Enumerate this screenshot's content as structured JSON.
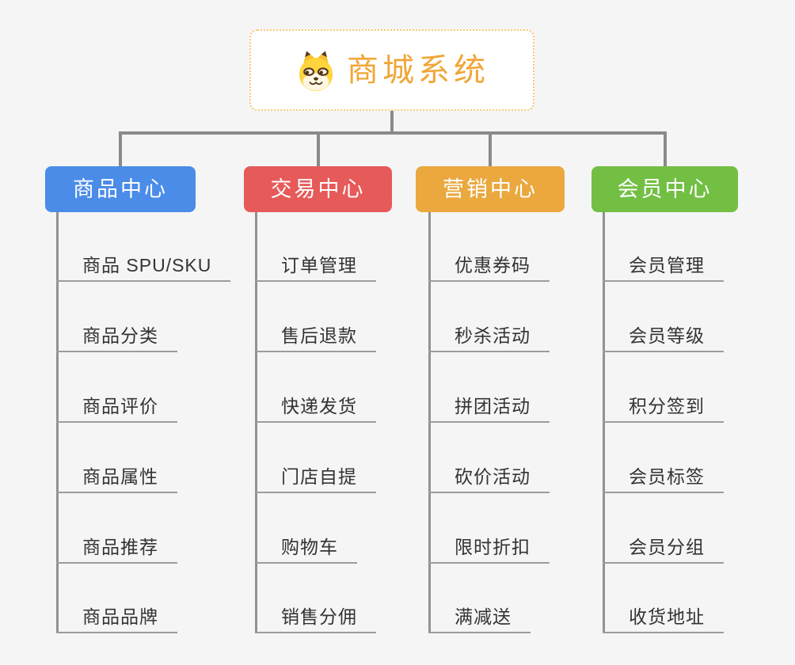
{
  "page": {
    "background": "#F5F5F5"
  },
  "colors": {
    "connector": "#8A8A8A",
    "spine": "#929292",
    "underline": "#9C9C9C",
    "child_text": "#333333"
  },
  "root": {
    "label": "商城系统",
    "icon": "dog-face-icon",
    "text_color": "#F0A637",
    "border_color": "#F8C773",
    "background": "#FFFFFF"
  },
  "branches": [
    {
      "label": "商品中心",
      "color": "#4A8CE8",
      "children": [
        "商品 SPU/SKU",
        "商品分类",
        "商品评价",
        "商品属性",
        "商品推荐",
        "商品品牌"
      ]
    },
    {
      "label": "交易中心",
      "color": "#E65A5A",
      "children": [
        "订单管理",
        "售后退款",
        "快递发货",
        "门店自提",
        "购物车",
        "销售分佣"
      ]
    },
    {
      "label": "营销中心",
      "color": "#EAA83E",
      "children": [
        "优惠券码",
        "秒杀活动",
        "拼团活动",
        "砍价活动",
        "限时折扣",
        "满减送"
      ]
    },
    {
      "label": "会员中心",
      "color": "#72BF44",
      "children": [
        "会员管理",
        "会员等级",
        "积分签到",
        "会员标签",
        "会员分组",
        "收货地址"
      ]
    }
  ]
}
